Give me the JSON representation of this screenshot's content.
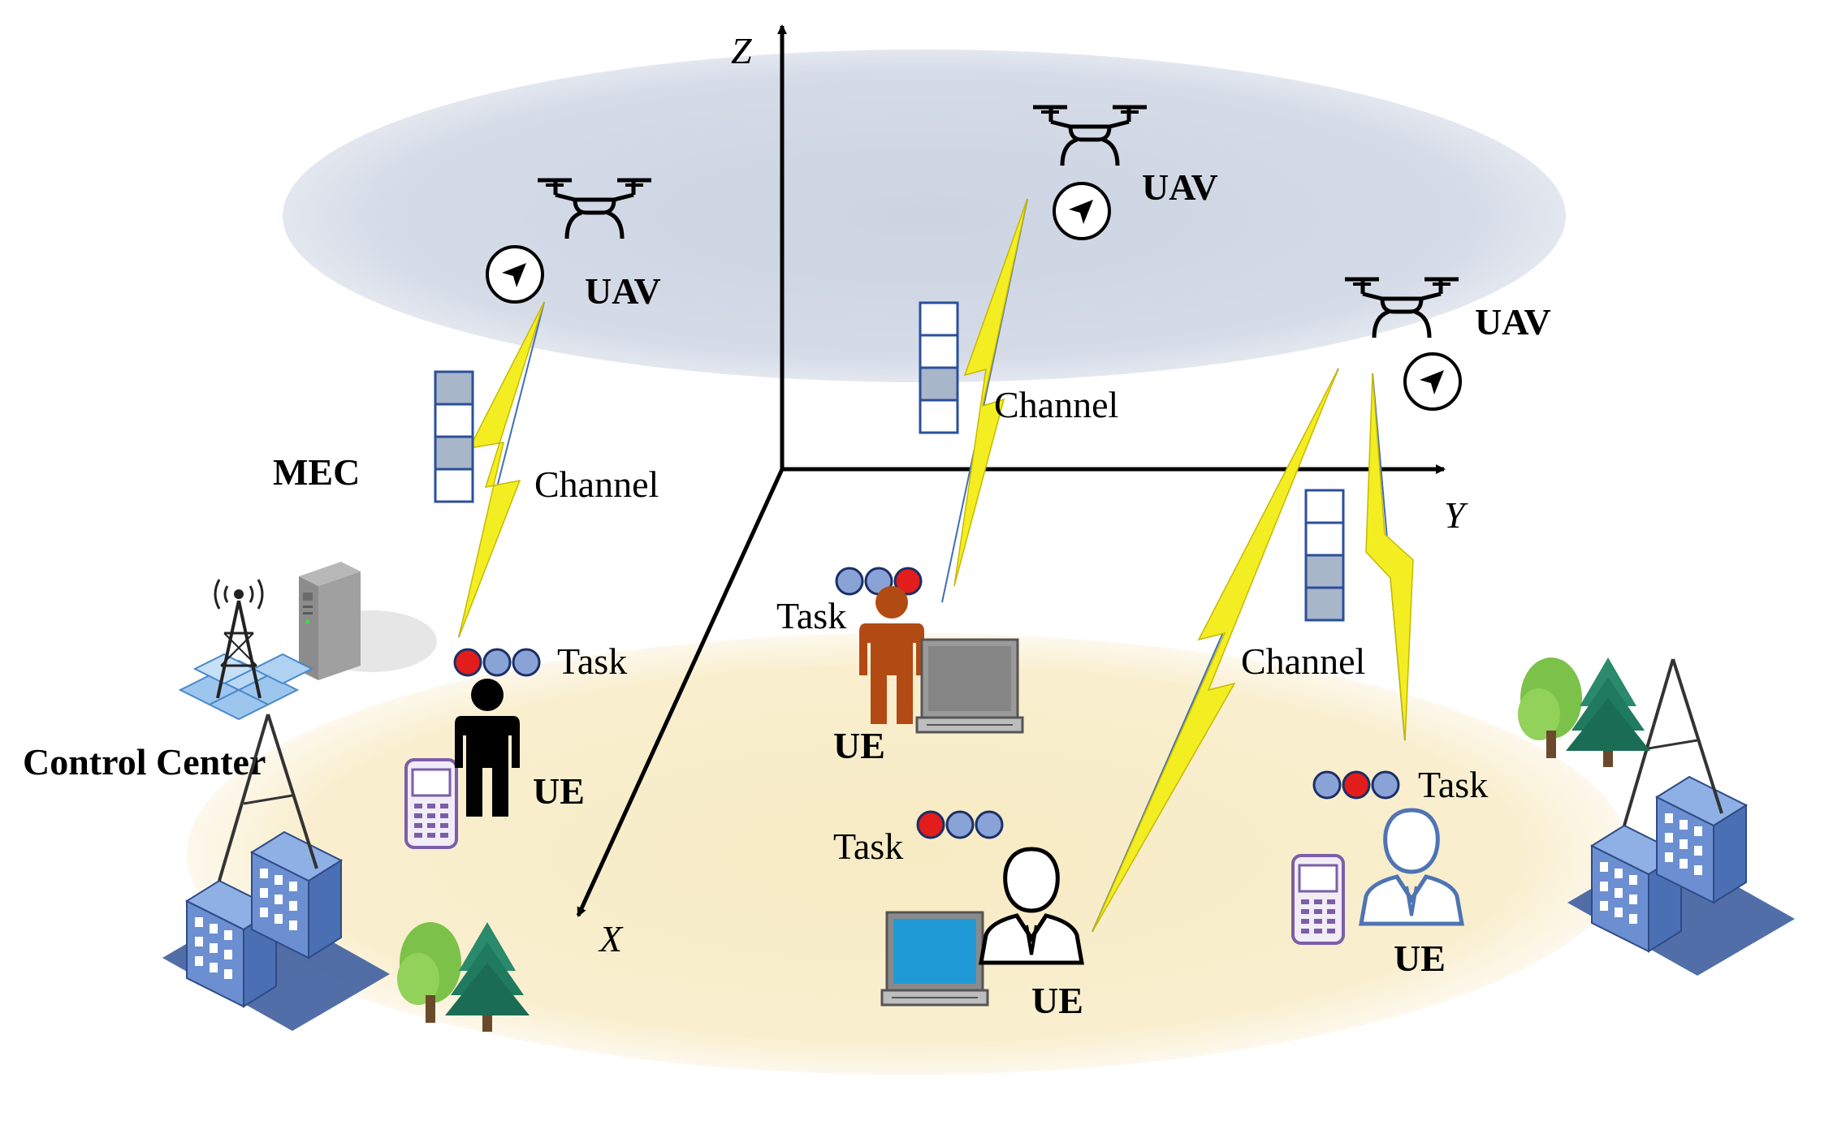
{
  "axes": {
    "z": "Z",
    "y": "Y",
    "x": "X"
  },
  "uav_labels": [
    "UAV",
    "UAV",
    "UAV"
  ],
  "mec_label": "MEC",
  "control_center_label": "Control Center",
  "channel_labels": [
    "Channel",
    "Channel",
    "Channel"
  ],
  "task_labels": [
    "Task",
    "Task",
    "Task",
    "Task"
  ],
  "ue_labels": [
    "UE",
    "UE",
    "UE",
    "UE"
  ],
  "colors": {
    "sky_ellipse": "#d3dae6",
    "ground_ellipse": "#f8edc7",
    "lightning": "#f2ee22",
    "queue_border": "#2b4f9c",
    "queue_filled": "#a8b6c9",
    "task_blue": "#8aa3d6",
    "task_red": "#e31c1c",
    "building": "#5b7fc4",
    "ue_orange": "#b24a14",
    "ue_blue": "#4f74b4"
  }
}
